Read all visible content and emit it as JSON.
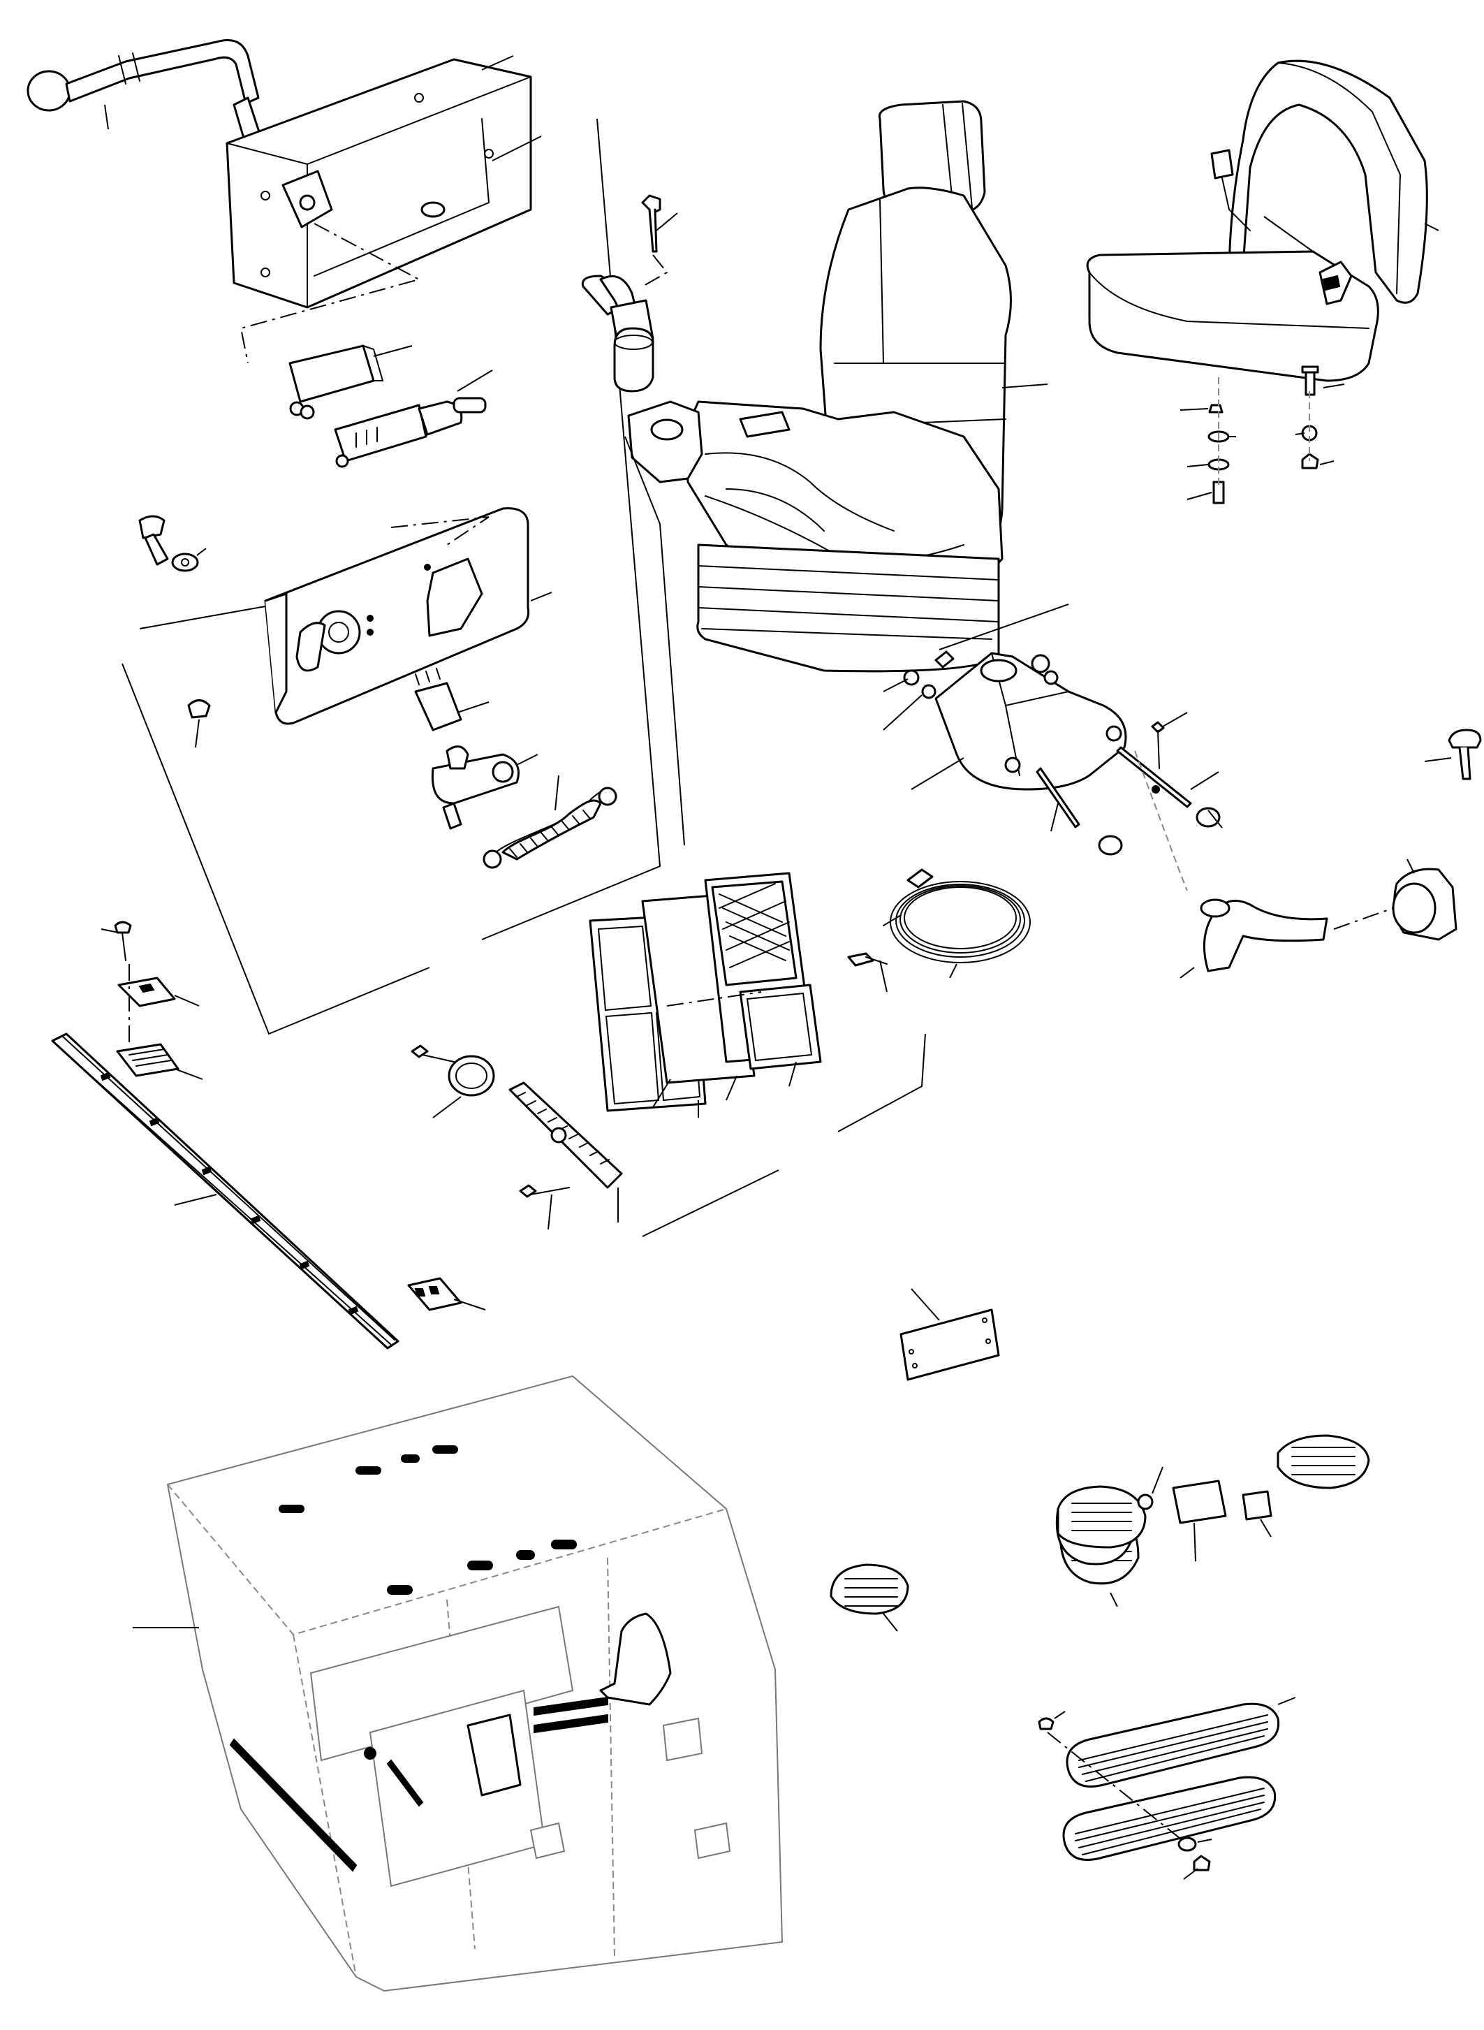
{
  "diagram": {
    "kind": "exploded parts drawing",
    "line_color": "#000000",
    "background_color": "#ffffff",
    "components": [
      "shift-lever",
      "control-box",
      "switch-block",
      "toggle-switch",
      "control-panel-plate",
      "joystick",
      "operator-seat",
      "fold-seat-with-belt",
      "seat-base-console",
      "coiled-cable",
      "return-spring",
      "filter-frame-assembly",
      "round-air-vent",
      "slotted-air-louver",
      "rubber-strip",
      "cover-plate",
      "oval-air-vent",
      "long-air-grille",
      "cab-structure",
      "handle-grip",
      "hose"
    ]
  }
}
